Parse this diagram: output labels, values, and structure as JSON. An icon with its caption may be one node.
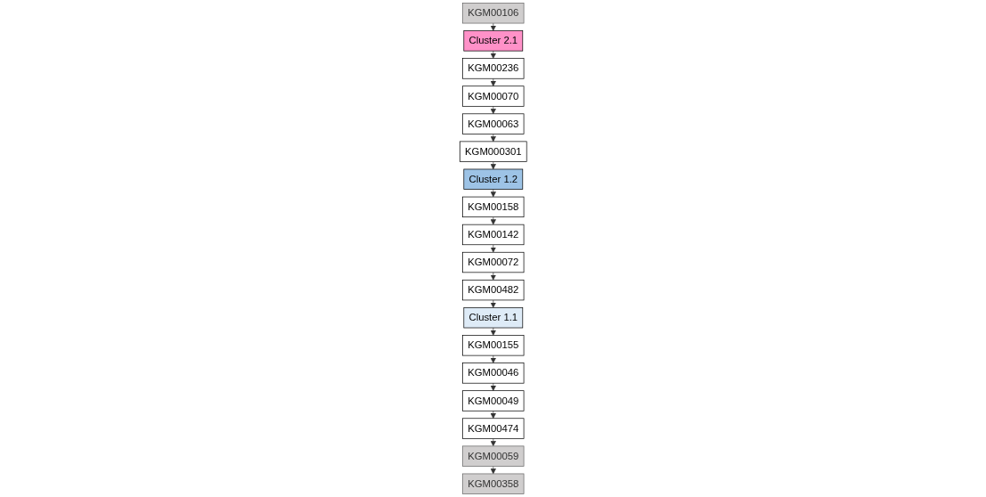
{
  "diagram": {
    "nodes": [
      {
        "text": [
          "KGM00106"
        ]
      },
      {
        "text": [
          "Cluster 2.1"
        ]
      },
      {
        "text": [
          "KGM00236"
        ]
      },
      {
        "text": [
          "KGM00070"
        ]
      },
      {
        "text": [
          "KGM00063"
        ]
      },
      {
        "text": [
          "KGM000301"
        ]
      },
      {
        "text": [
          "Cluster 1.2"
        ]
      },
      {
        "text": [
          "KGM00158"
        ]
      },
      {
        "text": [
          "KGM00142"
        ]
      },
      {
        "text": [
          "KGM00072"
        ]
      },
      {
        "text": [
          "KGM00482"
        ]
      },
      {
        "text": [
          "Cluster 1.1"
        ]
      },
      {
        "text": [
          "KGM00155"
        ]
      },
      {
        "text": [
          "KGM00046"
        ]
      },
      {
        "text": [
          "KGM00049"
        ]
      },
      {
        "text": [
          "KGM00474"
        ]
      },
      {
        "text": [
          "KGM00059"
        ]
      },
      {
        "text": [
          "KGM00358"
        ]
      }
    ],
    "edges": [
      {
        "from": 0,
        "to": 1,
        "arrow": "to"
      },
      {
        "from": 1,
        "to": 2,
        "arrow": "to"
      },
      {
        "from": 2,
        "to": 3,
        "arrow": "to"
      },
      {
        "from": 3,
        "to": 4,
        "arrow": "to"
      },
      {
        "from": 4,
        "to": 5,
        "arrow": "to"
      },
      {
        "from": 5,
        "to": 6,
        "arrow": "to"
      },
      {
        "from": 6,
        "to": 7,
        "arrow": "to"
      },
      {
        "from": 7,
        "to": 8,
        "arrow": "to"
      },
      {
        "from": 8,
        "to": 9,
        "arrow": "to"
      },
      {
        "from": 9,
        "to": 10,
        "arrow": "to"
      },
      {
        "from": 10,
        "to": 11,
        "arrow": "to"
      },
      {
        "from": 11,
        "to": 12,
        "arrow": "to"
      },
      {
        "from": 12,
        "to": 13,
        "arrow": "to"
      },
      {
        "from": 13,
        "to": 14,
        "arrow": "to"
      },
      {
        "from": 14,
        "to": 15,
        "arrow": "to"
      },
      {
        "from": 15,
        "to": 16,
        "arrow": "to"
      },
      {
        "from": 16,
        "to": 17,
        "arrow": "to"
      }
    ]
  }
}
